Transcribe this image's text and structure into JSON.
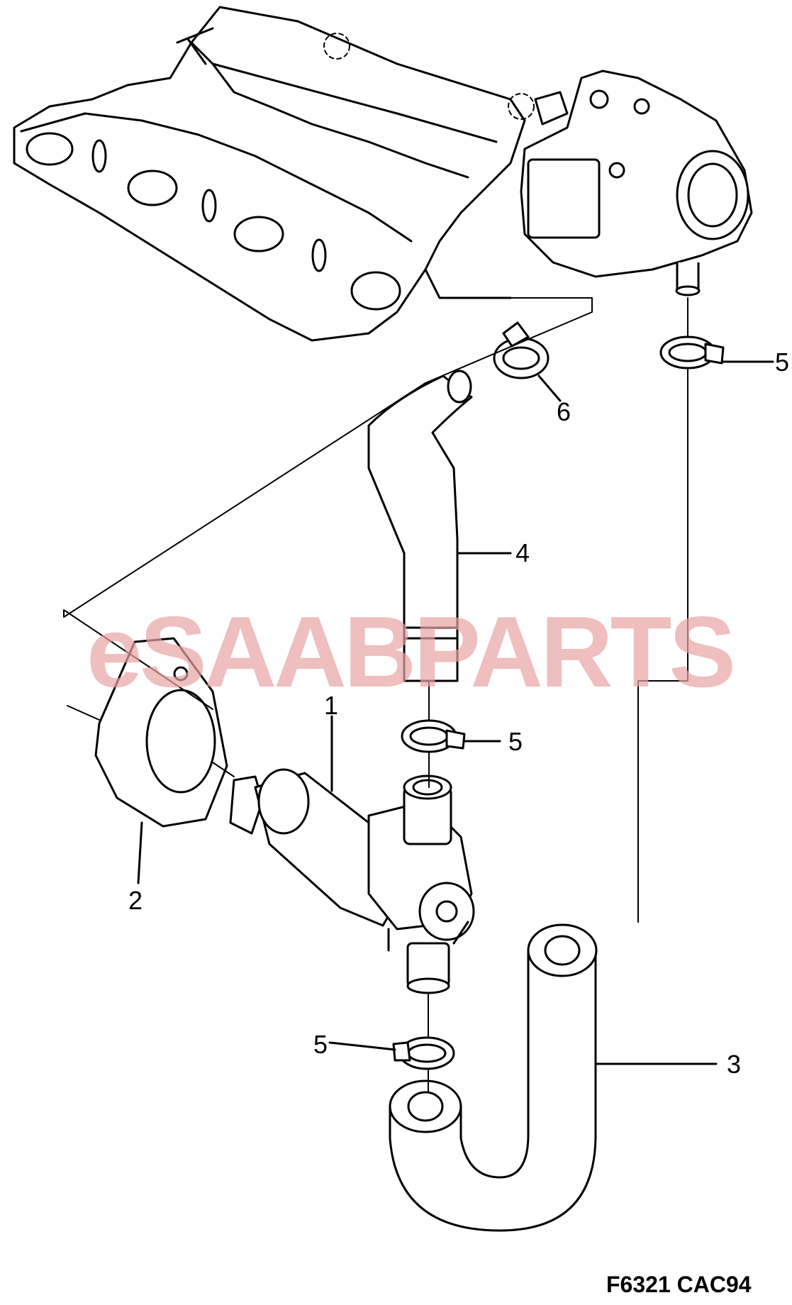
{
  "watermark": "eSAABPARTS",
  "drawing_code": "F6321 CAC94",
  "callouts": {
    "c1": "1",
    "c2": "2",
    "c3": "3",
    "c4": "4",
    "c5_top": "5",
    "c5_mid": "5",
    "c5_low": "5",
    "c6": "6"
  }
}
